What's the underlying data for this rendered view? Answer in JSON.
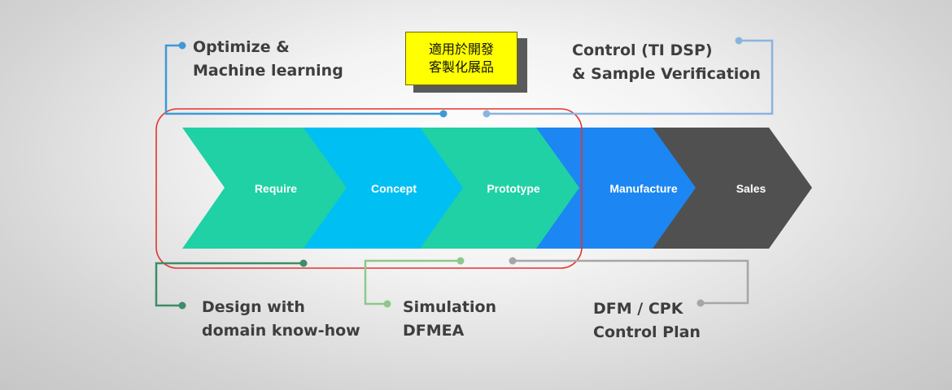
{
  "stages": [
    {
      "label": "Require",
      "color": "#1fd1a4"
    },
    {
      "label": "Concept",
      "color": "#00bff2"
    },
    {
      "label": "Prototype",
      "color": "#1fd1a4"
    },
    {
      "label": "Manufacture",
      "color": "#1c86f2"
    },
    {
      "label": "Sales",
      "color": "#505050"
    }
  ],
  "callout": {
    "line1": "適用於開發",
    "line2": "客製化展品",
    "color": "#ffff00"
  },
  "notes": {
    "optimize": {
      "line1": "Optimize &",
      "line2": "Machine learning",
      "color": "#3d9ad6"
    },
    "control": {
      "line1": "Control  (TI DSP)",
      "line2": "& Sample Verification",
      "color": "#8ab4de"
    },
    "design": {
      "line1": "Design with",
      "line2": "domain know-how",
      "color": "#3f8c67"
    },
    "simulation": {
      "line1": "Simulation",
      "line2": "DFMEA",
      "color": "#8dc98a"
    },
    "dfm": {
      "line1": "DFM / CPK",
      "line2": "Control Plan",
      "color": "#a6a6a6"
    }
  },
  "highlight_color": "#e3342f"
}
